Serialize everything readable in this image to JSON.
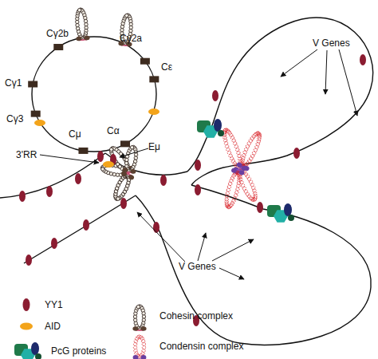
{
  "diagram": {
    "labels": [
      "Cγ2b",
      "Cγ2a",
      "Cε",
      "Cγ1",
      "Cγ3",
      "Cμ",
      "Cα",
      "Eμ",
      "3'RR",
      "V Genes",
      "V Genes"
    ],
    "legend": [
      {
        "text": "YY1",
        "color": "#8b1c31"
      },
      {
        "text": "AID",
        "color": "#f3a41b"
      },
      {
        "text": "PcG proteins"
      },
      {
        "text": "Cohesin complex"
      },
      {
        "text": "Condensin complex"
      }
    ]
  }
}
